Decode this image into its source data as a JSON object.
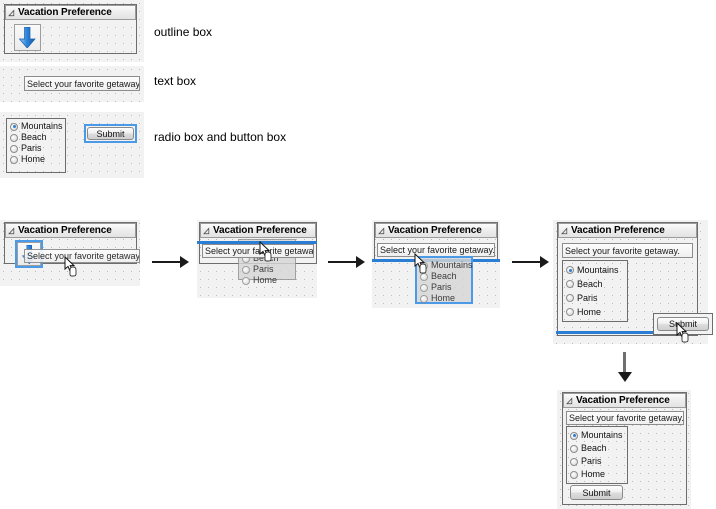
{
  "panel_title": "Vacation Preference",
  "collapse_glyph": "◿",
  "widgets": {
    "prompt_text": "Select your favorite getaway.",
    "submit_label": "Submit",
    "arrow_icon_name": "blue-down-arrow-icon",
    "radio_options": [
      {
        "label": "Mountains",
        "selected": true
      },
      {
        "label": "Beach",
        "selected": false
      },
      {
        "label": "Paris",
        "selected": false
      },
      {
        "label": "Home",
        "selected": false
      }
    ]
  },
  "annotations": {
    "outline_box": "outline box",
    "text_box": "text box",
    "radio_and_button": "radio box and button box"
  },
  "colors": {
    "selection_blue": "#4a9ae8",
    "insertion_line_blue": "#2a7fd4",
    "arrow_blue": "#2a7fd4",
    "canvas_grid": "#b9b9b9",
    "canvas_bg": "#f2f2f2",
    "panel_border": "#6d6d6d"
  }
}
